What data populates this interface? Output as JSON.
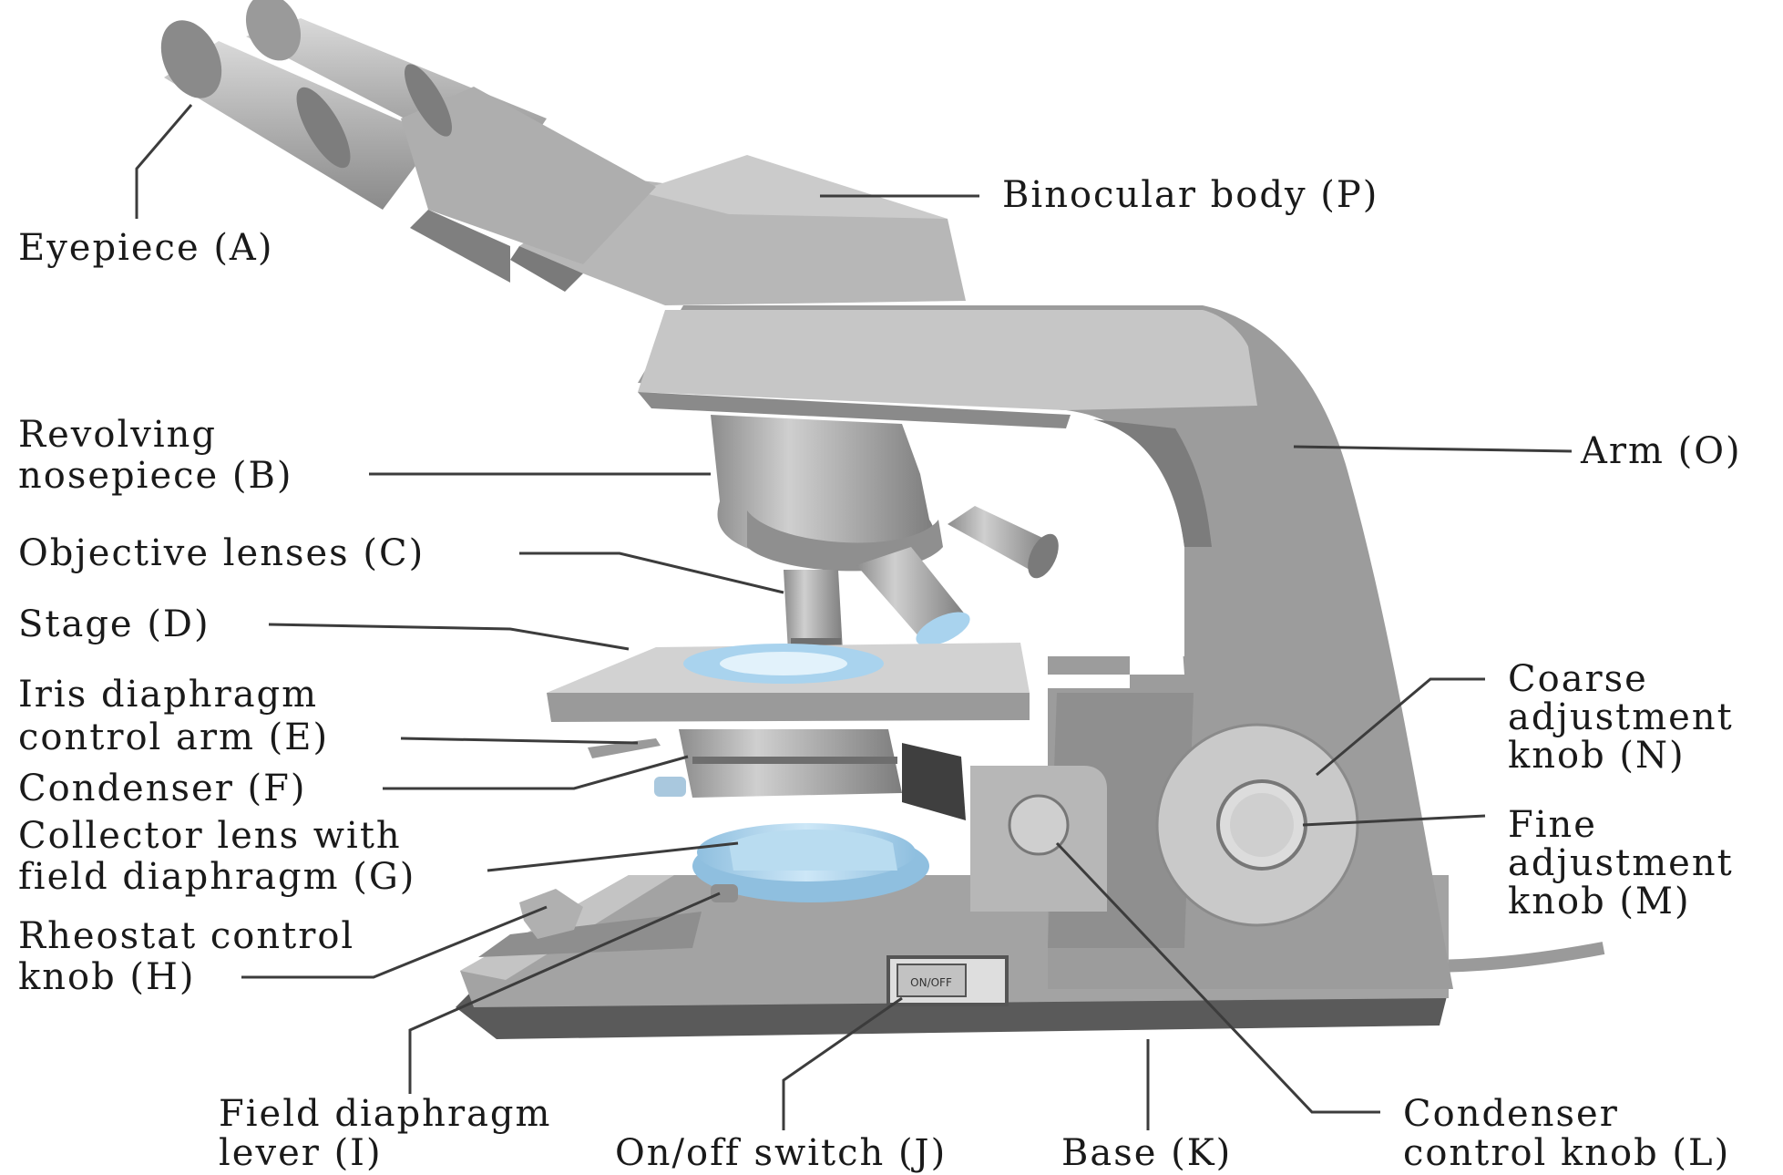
{
  "diagram": {
    "colors": {
      "body_dark": "#6f6f6f",
      "body_mid": "#9a9a9a",
      "body_light": "#c8c8c8",
      "light_blue": "#a9d3ee",
      "base_bottom": "#5a5a5a"
    },
    "switch_text": "ON/OFF",
    "labels": {
      "eyepiece": "Eyepiece (A)",
      "binocular_body": "Binocular body (P)",
      "revolving_nosepiece_1": "Revolving",
      "revolving_nosepiece_2": "nosepiece (B)",
      "arm": "Arm (O)",
      "objective_lenses": "Objective lenses (C)",
      "stage": "Stage (D)",
      "iris_1": "Iris diaphragm",
      "iris_2": "control arm (E)",
      "condenser": "Condenser (F)",
      "collector_1": "Collector lens with",
      "collector_2": "field diaphragm (G)",
      "rheostat_1": "Rheostat control",
      "rheostat_2": "knob (H)",
      "field_lever_1": "Field diaphragm",
      "field_lever_2": "lever (I)",
      "switch": "On/off switch (J)",
      "base": "Base (K)",
      "condenser_knob_1": "Condenser",
      "condenser_knob_2": "control knob (L)",
      "coarse_1": "Coarse",
      "coarse_2": "adjustment",
      "coarse_3": "knob (N)",
      "fine_1": "Fine",
      "fine_2": "adjustment",
      "fine_3": "knob (M)"
    }
  }
}
